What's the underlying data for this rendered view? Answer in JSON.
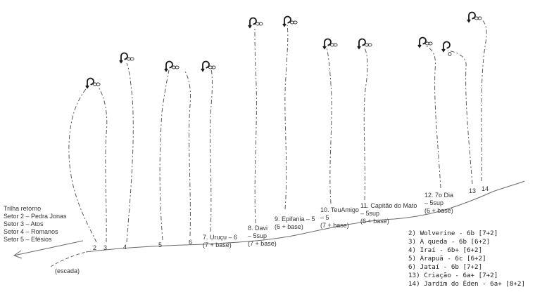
{
  "trail": {
    "lines": [
      "Trilha retorno",
      "Setor 2 – Pedra Jonas",
      "Setor 3 – Atos",
      "Setor 4 – Romanos",
      "Setor 5 – Efésios"
    ],
    "stairs": "(escada)"
  },
  "route_numbers": [
    "2",
    "3",
    "4",
    "5",
    "6",
    "13",
    "14"
  ],
  "route_labels": {
    "r7": [
      "7. Uruçu – 6",
      "(7 + base)"
    ],
    "r8": [
      "8. Davi",
      "– 5sup",
      "(7 + base)"
    ],
    "r9": [
      "9. Epifania – 5",
      "(6 + base)"
    ],
    "r10": [
      "10. TeuAmigo",
      "– 5",
      "(7 + base)"
    ],
    "r11": [
      "11. Capitão do Mato",
      "– 5sup",
      "(6 + base)"
    ],
    "r12": [
      "12. 7o Dia",
      "– 5sup",
      "(6 + base)"
    ]
  },
  "legend": [
    "2) Wolverine - 6b [7+2]",
    "3) A queda - 6b [6+2]",
    "4) Iraí - 6b+ [6+2]",
    "5) Arapuã - 6c [6+2]",
    "6) Jataí - 6b [7+2]",
    "13) Criação - 6a+ [7+2]",
    "14) Jardim do Éden - 6a+ [8+2]"
  ]
}
